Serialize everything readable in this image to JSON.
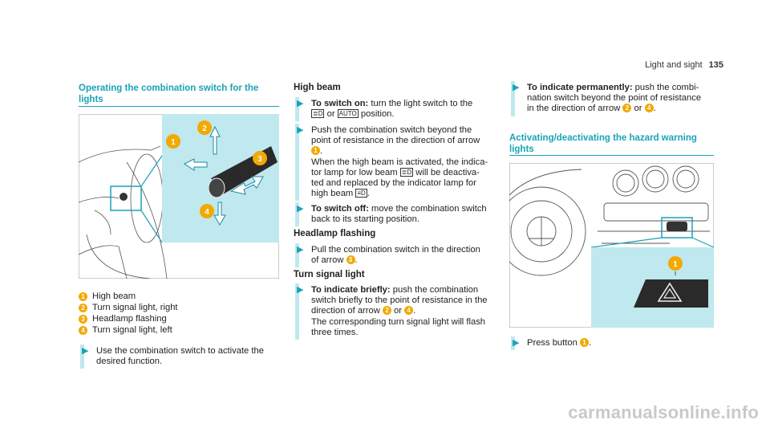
{
  "header": {
    "section": "Light and sight",
    "page": "135"
  },
  "left": {
    "title_line1": "Operating the combination switch for the",
    "title_line2": "lights",
    "legend": [
      {
        "n": "1",
        "text": "High beam"
      },
      {
        "n": "2",
        "text": "Turn signal light, right"
      },
      {
        "n": "3",
        "text": "Headlamp flashing"
      },
      {
        "n": "4",
        "text": "Turn signal light, left"
      }
    ],
    "step_line1": "Use the combination switch to activate the",
    "step_line2": "desired function."
  },
  "middle": {
    "high_beam": "High beam",
    "on_label": "To switch on:",
    "on_t1": " turn the light switch to the",
    "on_sym1": "≣D",
    "on_or": " or ",
    "on_sym2": "AUTO",
    "on_t2": " position.",
    "push_l1": "Push the combination switch beyond the",
    "push_l2": "point of resistance in the direction of arrow",
    "push_n": "1",
    "push_dot": ".",
    "push_l3": "When the high beam is activated, the indica-",
    "push_l4a": "tor lamp for low beam ",
    "push_sym": "≣D",
    "push_l4b": " will be deactiva-",
    "push_l5": "ted and replaced by the indicator lamp for",
    "push_l6a": "high beam ",
    "push_sym2": "≡D",
    "push_l6b": ".",
    "off_label": "To switch off:",
    "off_t1": " move the combination switch",
    "off_t2": "back to its starting position.",
    "flash_title": "Headlamp flashing",
    "flash_l1": "Pull the combination switch in the direction",
    "flash_l2": "of arrow ",
    "flash_n": "3",
    "flash_dot": ".",
    "turn_title": "Turn signal light",
    "briefly_label": "To indicate briefly:",
    "briefly_t1": " push the combination",
    "briefly_l2": "switch briefly to the point of resistance in the",
    "briefly_l3a": "direction of arrow ",
    "briefly_n1": "2",
    "briefly_or": " or ",
    "briefly_n2": "4",
    "briefly_dot": ".",
    "briefly_l4": "The corresponding turn signal light will flash",
    "briefly_l5": "three times."
  },
  "right": {
    "perm_label": "To indicate permanently:",
    "perm_t1": " push the combi-",
    "perm_l2": "nation switch beyond the point of resistance",
    "perm_l3a": "in the direction of arrow ",
    "perm_n1": "2",
    "perm_or": " or ",
    "perm_n2": "4",
    "perm_dot": ".",
    "hazard_title_l1": "Activating/deactivating the hazard warning",
    "hazard_title_l2": "lights",
    "press_t": "Press button ",
    "press_n": "1",
    "press_dot": "."
  },
  "figure_badges": {
    "a": "1",
    "b": "2",
    "c": "3",
    "d": "4",
    "e": "1"
  },
  "watermark": "carmanualsonline.info",
  "colors": {
    "accent": "#1aa3b8",
    "badge": "#f2a900",
    "panel": "#bfe8ef"
  }
}
